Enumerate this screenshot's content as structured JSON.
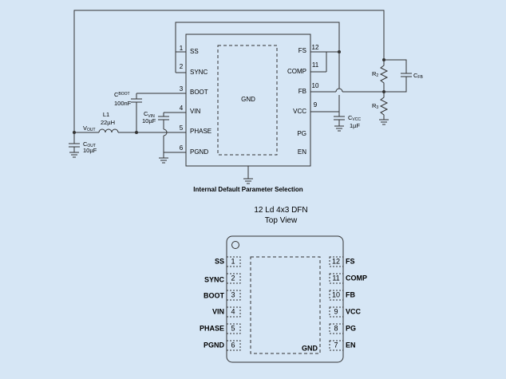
{
  "schematic": {
    "ic_pins_left": [
      {
        "num": "1",
        "name": "SS"
      },
      {
        "num": "2",
        "name": "SYNC"
      },
      {
        "num": "3",
        "name": "BOOT"
      },
      {
        "num": "4",
        "name": "VIN"
      },
      {
        "num": "5",
        "name": "PHASE"
      },
      {
        "num": "6",
        "name": "PGND"
      }
    ],
    "ic_pins_right": [
      {
        "num": "12",
        "name": "FS"
      },
      {
        "num": "11",
        "name": "COMP"
      },
      {
        "num": "10",
        "name": "FB"
      },
      {
        "num": "9",
        "name": "VCC"
      },
      {
        "num": "",
        "name": "PG"
      },
      {
        "num": "",
        "name": "EN"
      }
    ],
    "gnd_label": "GND",
    "caption": "Internal Default Parameter Selection",
    "components": {
      "cboot_name": "C",
      "cboot_sub": "BOOT",
      "cboot_value": "100nF",
      "cvin_name": "C",
      "cvin_sub": "VIN",
      "cvin_value": "10µF",
      "l1_name": "L1",
      "l1_value": "22µH",
      "vout_name": "V",
      "vout_sub": "OUT",
      "cout_name": "C",
      "cout_sub": "OUT",
      "cout_value": "10µF",
      "cvcc_name": "C",
      "cvcc_sub": "VCC",
      "cvcc_value": "1µF",
      "r2_name": "R",
      "r2_sub": "2",
      "r3_name": "R",
      "r3_sub": "3",
      "cfb_name": "C",
      "cfb_sub": "FB"
    }
  },
  "package": {
    "title": "12 Ld 4x3 DFN",
    "subtitle": "Top View",
    "pins_left": [
      {
        "num": "1",
        "name": "SS"
      },
      {
        "num": "2",
        "name": "SYNC"
      },
      {
        "num": "3",
        "name": "BOOT"
      },
      {
        "num": "4",
        "name": "VIN"
      },
      {
        "num": "5",
        "name": "PHASE"
      },
      {
        "num": "6",
        "name": "PGND"
      }
    ],
    "pins_right": [
      {
        "num": "12",
        "name": "FS"
      },
      {
        "num": "11",
        "name": "COMP"
      },
      {
        "num": "10",
        "name": "FB"
      },
      {
        "num": "9",
        "name": "VCC"
      },
      {
        "num": "8",
        "name": "PG"
      },
      {
        "num": "7",
        "name": "EN"
      }
    ],
    "gnd_label": "GND"
  },
  "colors": {
    "background": "#d6e6f5",
    "line": "#333333"
  }
}
